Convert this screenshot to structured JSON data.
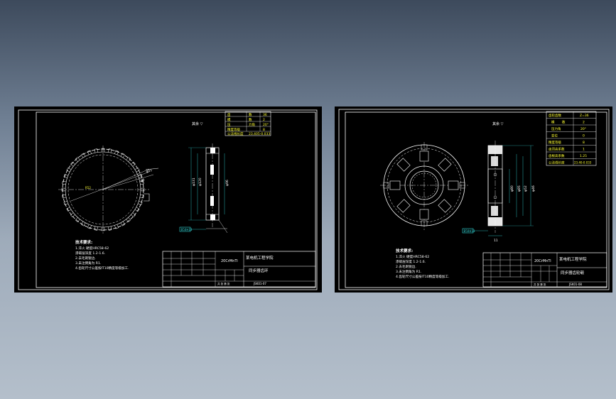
{
  "colors": {
    "background_top": "#3d4a5c",
    "background_bottom": "#b4bfcb",
    "sheet": "#000000",
    "line": "#ffffff",
    "dimension": "#33dddd",
    "highlight": "#ffff33",
    "red_mark": "#ff3333"
  },
  "left_drawing": {
    "surface_note": "其余 ▽",
    "param_table": {
      "rows": [
        [
          "齿",
          "数",
          "36"
        ],
        [
          "模",
          "数",
          "2"
        ],
        [
          "压",
          "力角",
          "20°"
        ],
        [
          "精度等级",
          "",
          "8"
        ],
        [
          "公法线长度",
          "",
          "23.405-0.033"
        ]
      ]
    },
    "dims_side": [
      "φ131",
      "φ120",
      "φ96"
    ],
    "dims_face": [
      "φ51",
      "φ4"
    ],
    "tag_label": "B50H13",
    "tech_title": "技术要求:",
    "tech_lines": [
      "1.淬火 硬度HRC58-62",
      "  渗碳层深度 1.2-1.6.",
      "2.去毛刺锐边.",
      "3.未注倒角为 R1.",
      "4.齿轮尺寸公差按IT10精度等级加工."
    ],
    "titleblock": {
      "material": "20CrMnTi",
      "school": "某电机工程学院",
      "part_name": "同步器齿环",
      "drawing_no": "JSK01-07",
      "footer": "共 张  第 张"
    }
  },
  "right_drawing": {
    "surface_note": "其余 ▽",
    "param_table": {
      "rows": [
        [
          "齿轮齿数",
          "",
          "Z=36"
        ],
        [
          "模",
          "数",
          "2"
        ],
        [
          "压力角",
          "",
          "20°"
        ],
        [
          "变位",
          "",
          "0"
        ],
        [
          "精度等级",
          "",
          "8"
        ],
        [
          "齿顶高系数",
          "",
          "1"
        ],
        [
          "齿根高系数",
          "",
          "1.25"
        ],
        [
          "公法线长度",
          "",
          "23.40-0.033"
        ]
      ]
    },
    "dims_side": [
      "φ80",
      "φ85",
      "φ52",
      "φ46"
    ],
    "dim_bottom": "11",
    "tag_label": "B50H13",
    "tech_title": "技术要求:",
    "tech_lines": [
      "1.淬火 硬度HRC58-62",
      "  渗碳层深度 1.2-1.6.",
      "2.去毛刺锐边.",
      "3.未注倒角为 R1.",
      "4.齿轮尺寸公差按IT10精度等级加工."
    ],
    "titleblock": {
      "material": "20CrMnTi",
      "school": "某电机工程学院",
      "part_name": "同步器齿轮毂",
      "drawing_no": "JSK01-08",
      "footer": "共 张  第 张"
    }
  }
}
